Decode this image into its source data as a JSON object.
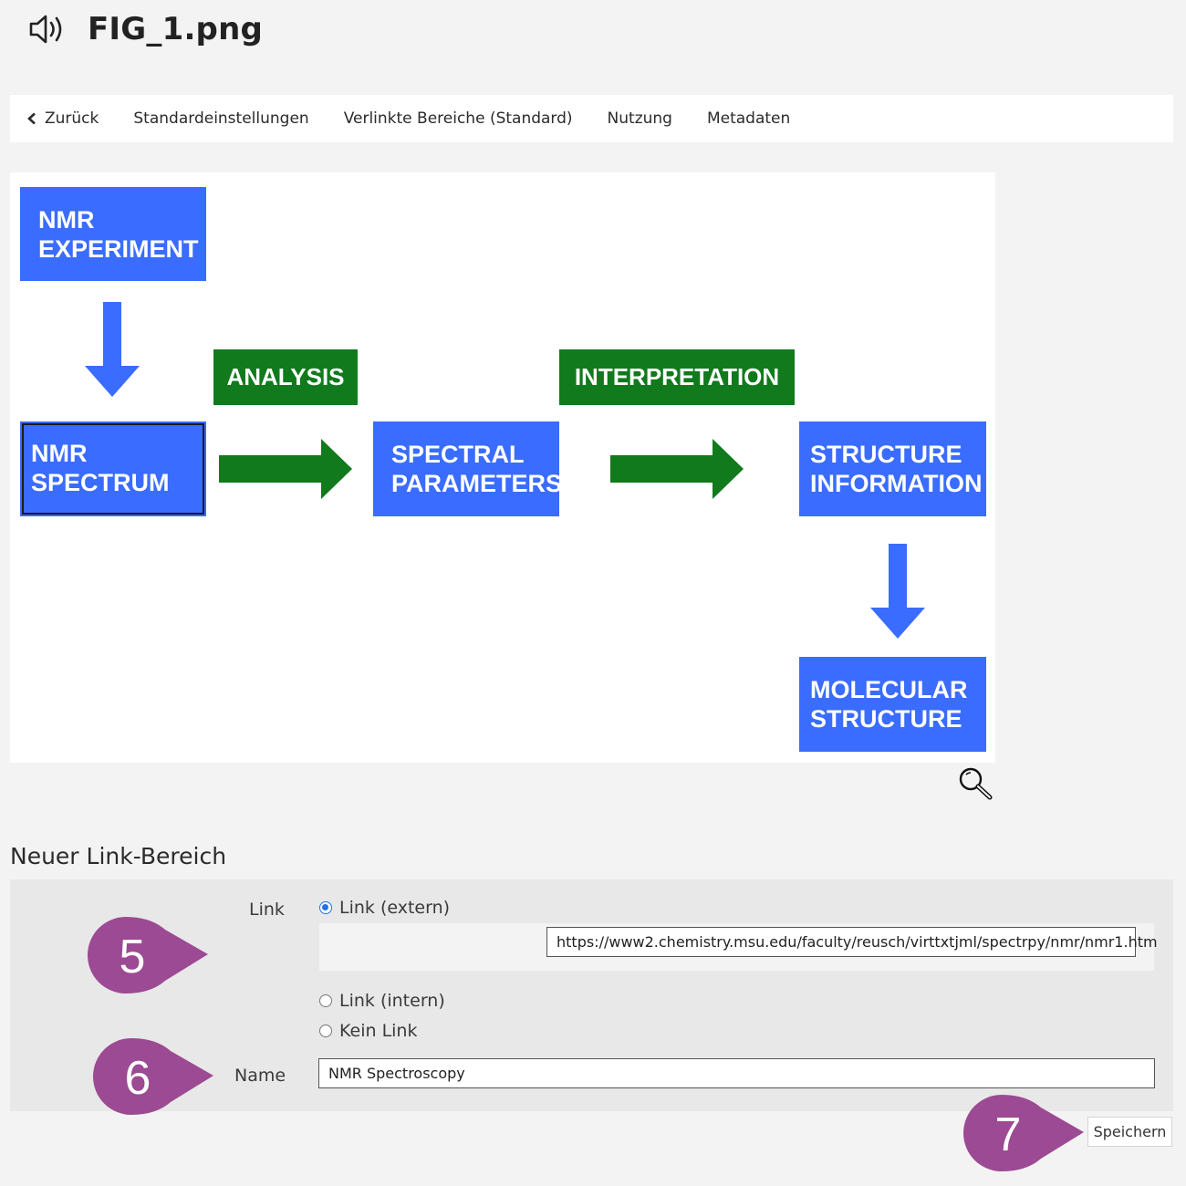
{
  "header": {
    "title": "FIG_1.png",
    "speaker_icon": "speaker-icon"
  },
  "tabs": [
    {
      "label": "Zurück",
      "icon": "chevron-left-icon"
    },
    {
      "label": "Standardeinstellungen"
    },
    {
      "label": "Verlinkte Bereiche (Standard)"
    },
    {
      "label": "Nutzung"
    },
    {
      "label": "Metadaten"
    }
  ],
  "diagram": {
    "boxes": {
      "nmr_experiment": "NMR\nEXPERIMENT",
      "nmr_spectrum": "NMR\nSPECTRUM",
      "spectral_parameters": "SPECTRAL\nPARAMETERS",
      "structure_information": "STRUCTURE\nINFORMATION",
      "molecular_structure": "MOLECULAR\nSTRUCTURE"
    },
    "labels": {
      "analysis": "ANALYSIS",
      "interpretation": "INTERPRETATION"
    },
    "colors": {
      "blue": "#3a6cff",
      "green": "#117a1c"
    }
  },
  "zoom_icon": "magnifier-icon",
  "form": {
    "section_title": "Neuer Link-Bereich",
    "link_label": "Link",
    "name_label": "Name",
    "options": {
      "extern": "Link (extern)",
      "intern": "Link (intern)",
      "none": "Kein Link"
    },
    "selected_option": "extern",
    "url_value": "https://www2.chemistry.msu.edu/faculty/reusch/virttxtjml/spectrpy/nmr/nmr1.htm",
    "name_value": "NMR Spectroscopy",
    "save_label": "Speichern"
  },
  "callouts": {
    "step5": "5",
    "step6": "6",
    "step7": "7",
    "color": "#9c4a93"
  }
}
